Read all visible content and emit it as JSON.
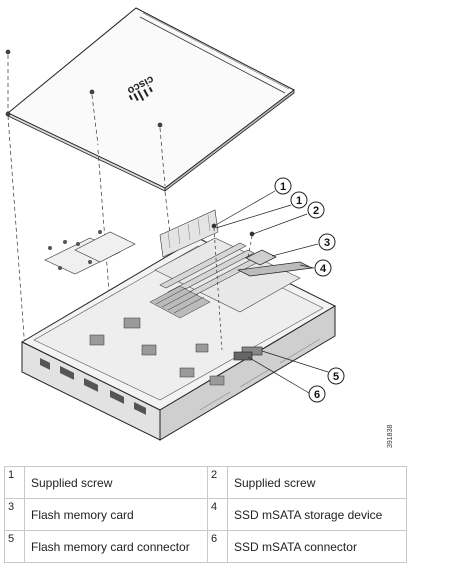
{
  "callouts": [
    "1",
    "1",
    "2",
    "3",
    "4",
    "5",
    "6"
  ],
  "figure_id": "391838",
  "lid_logo_text": "cisco",
  "legend": [
    {
      "num": "1",
      "label": "Supplied screw"
    },
    {
      "num": "2",
      "label": "Supplied screw"
    },
    {
      "num": "3",
      "label": "Flash memory card"
    },
    {
      "num": "4",
      "label": "SSD mSATA storage device"
    },
    {
      "num": "5",
      "label": "Flash memory card connector"
    },
    {
      "num": "6",
      "label": "SSD mSATA connector"
    }
  ]
}
